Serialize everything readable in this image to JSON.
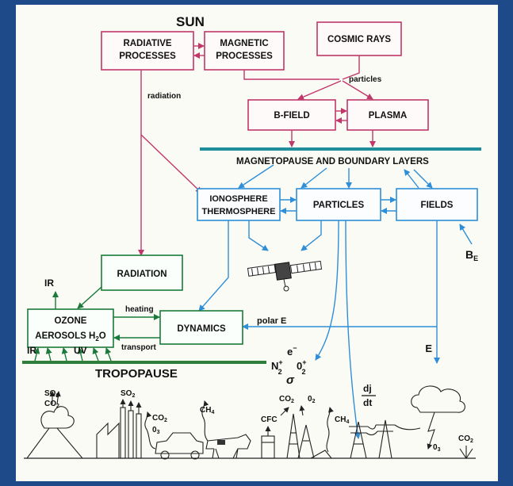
{
  "colors": {
    "frame": "#1f4a8a",
    "paper": "#fbfbf6",
    "sun_links": "#c0386b",
    "space_links": "#2e8fd8",
    "atmos_links": "#1b7a3a",
    "magnetopause_bar": "#1f8e9a",
    "tropopause_bar": "#2f7d3b"
  },
  "title": "SUN",
  "boxes": {
    "radiative": [
      "RADIATIVE",
      "PROCESSES"
    ],
    "magnetic": [
      "MAGNETIC",
      "PROCESSES"
    ],
    "cosmic": "COSMIC RAYS",
    "bfield": "B-FIELD",
    "plasma": "PLASMA",
    "iono": [
      "IONOSPHERE",
      "THERMOSPHERE"
    ],
    "particles": "PARTICLES",
    "fields": "FIELDS",
    "radiation": "RADIATION",
    "ozone": [
      "OZONE",
      "AEROSOLS H",
      "2",
      "O"
    ],
    "dynamics": "DYNAMICS"
  },
  "labels": {
    "radiation_flow": "radiation",
    "particles_flow": "particles",
    "magnetopause": "MAGNETOPAUSE  AND  BOUNDARY  LAYERS",
    "be": "B",
    "be_sub": "E",
    "ir_top": "IR",
    "heating": "heating",
    "transport": "transport",
    "polar_e": "polar E",
    "e_field": "E",
    "ir_bottom": "IR",
    "uv": "UV",
    "tropopause": "TROPOPAUSE",
    "dj": "dj",
    "dt": "dt",
    "sigma": "σ"
  },
  "ions": {
    "n2": "N",
    "n2_sup": "+",
    "n2_sub": "2",
    "e": "e",
    "e_sup": "−",
    "o2": "0",
    "o2_sup": "+",
    "o2_sub": "2"
  },
  "emissions": {
    "volcano": [
      {
        "t": "SO",
        "s": "2"
      },
      {
        "t": "CO",
        "s": "2"
      }
    ],
    "factory": [
      {
        "t": "SO",
        "s": "2"
      }
    ],
    "car": [
      {
        "t": "CO",
        "s": "2"
      },
      {
        "t": "0",
        "s": "3"
      }
    ],
    "cow": [
      {
        "t": "CH",
        "s": "4"
      }
    ],
    "fridge": [
      {
        "t": "CFC",
        "s": ""
      }
    ],
    "trees_co2": [
      {
        "t": "CO",
        "s": "2"
      }
    ],
    "trees_o2": [
      {
        "t": "0",
        "s": "2"
      }
    ],
    "fire": [
      {
        "t": "CH",
        "s": "4"
      }
    ],
    "storm_o3": [
      {
        "t": "0",
        "s": "3"
      }
    ],
    "storm_co2": [
      {
        "t": "CO",
        "s": "2"
      }
    ]
  }
}
